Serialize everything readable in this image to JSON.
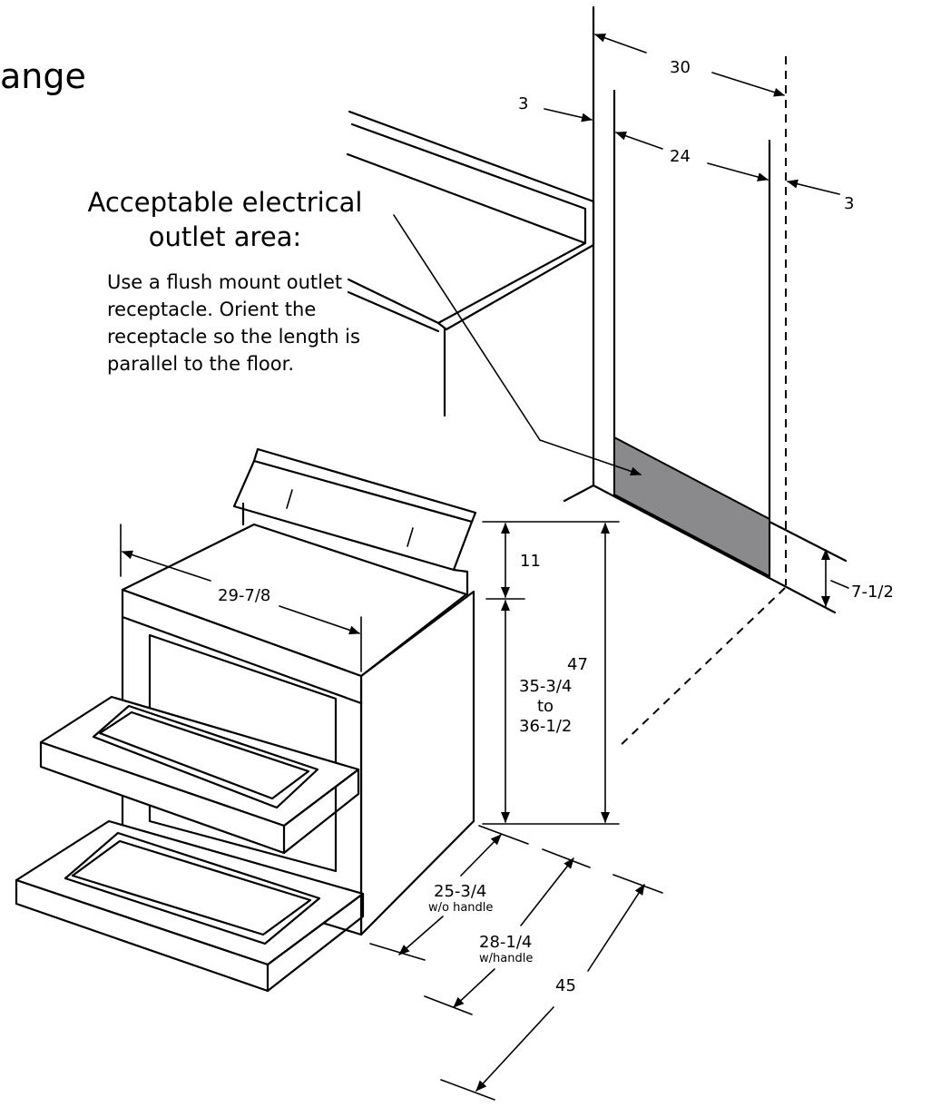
{
  "title_fragment": "ange",
  "outlet": {
    "heading": "Acceptable electrical outlet area:",
    "note": "Use a flush mount outlet receptacle. Orient the receptacle so the length is parallel to the floor.",
    "fill_color": "#8a8a8c"
  },
  "dimensions": {
    "total_clearance": "30",
    "outlet_width": "24",
    "left_offset": "3",
    "right_offset": "3",
    "outlet_height": "7-1/2",
    "backguard_height": "11",
    "overall_height": "47",
    "cooktop_height_line1": "35-3/4",
    "cooktop_height_line2": "to",
    "cooktop_height_line3": "36-1/2",
    "range_width": "29-7/8",
    "depth_without_handle": "25-3/4",
    "depth_without_handle_note": "w/o handle",
    "depth_with_handle": "28-1/4",
    "depth_with_handle_note": "w/handle",
    "depth_door_open": "45"
  }
}
